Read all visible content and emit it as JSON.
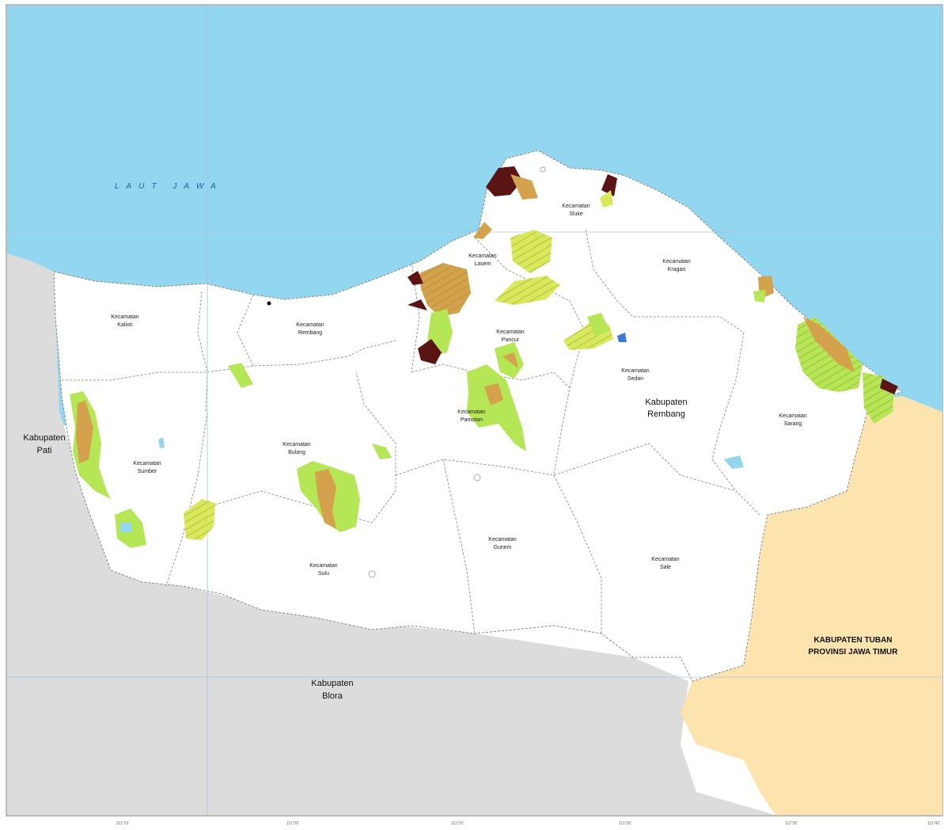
{
  "colors": {
    "sea": "#93d6ef",
    "land_study": "#ffffff",
    "land_neighbor": "#dcdcdc",
    "land_other_province": "#fde4ae",
    "forest_green": "#b5e655",
    "forest_brown": "#d4a24c",
    "forest_dark": "#5a1414",
    "forest_yellowgreen": "#d8ea5c"
  },
  "labels": {
    "sea": "LAUT JAWA",
    "kab_pati": [
      "Kabupaten",
      "Pati"
    ],
    "kab_blora": [
      "Kabupaten",
      "Blora"
    ],
    "kab_rembang": [
      "Kabupaten",
      "Rembang"
    ],
    "kab_tuban": [
      "KABUPATEN TUBAN",
      "PROVINSI JAWA TIMUR"
    ],
    "kec_kaliori": [
      "Kecamatan",
      "Kaliori"
    ],
    "kec_rembang": [
      "Kecamatan",
      "Rembang"
    ],
    "kec_lasem": [
      "Kecamatan",
      "Lasem"
    ],
    "kec_sluke": [
      "Kecamatan",
      "Sluke"
    ],
    "kec_kragan": [
      "Kecamatan",
      "Kragan"
    ],
    "kec_pancur": [
      "Kecamatan",
      "Pancur"
    ],
    "kec_sedan": [
      "Kecamatan",
      "Sedan"
    ],
    "kec_sarang": [
      "Kecamatan",
      "Sarang"
    ],
    "kec_pamotan": [
      "Kecamatan",
      "Pamotan"
    ],
    "kec_bulang": [
      "Kecamatan",
      "Bulang"
    ],
    "kec_sumber": [
      "Kecamatan",
      "Sumber"
    ],
    "kec_sulu": [
      "Kecamatan",
      "Sulu"
    ],
    "kec_gunem": [
      "Kecamatan",
      "Gunem"
    ],
    "kec_sale": [
      "Kecamatan",
      "Sale"
    ]
  },
  "axis_ticks": {
    "bottom": [
      "111°15'",
      "111°20'",
      "111°25'",
      "111°30'",
      "111°35'",
      "111°40'"
    ]
  }
}
